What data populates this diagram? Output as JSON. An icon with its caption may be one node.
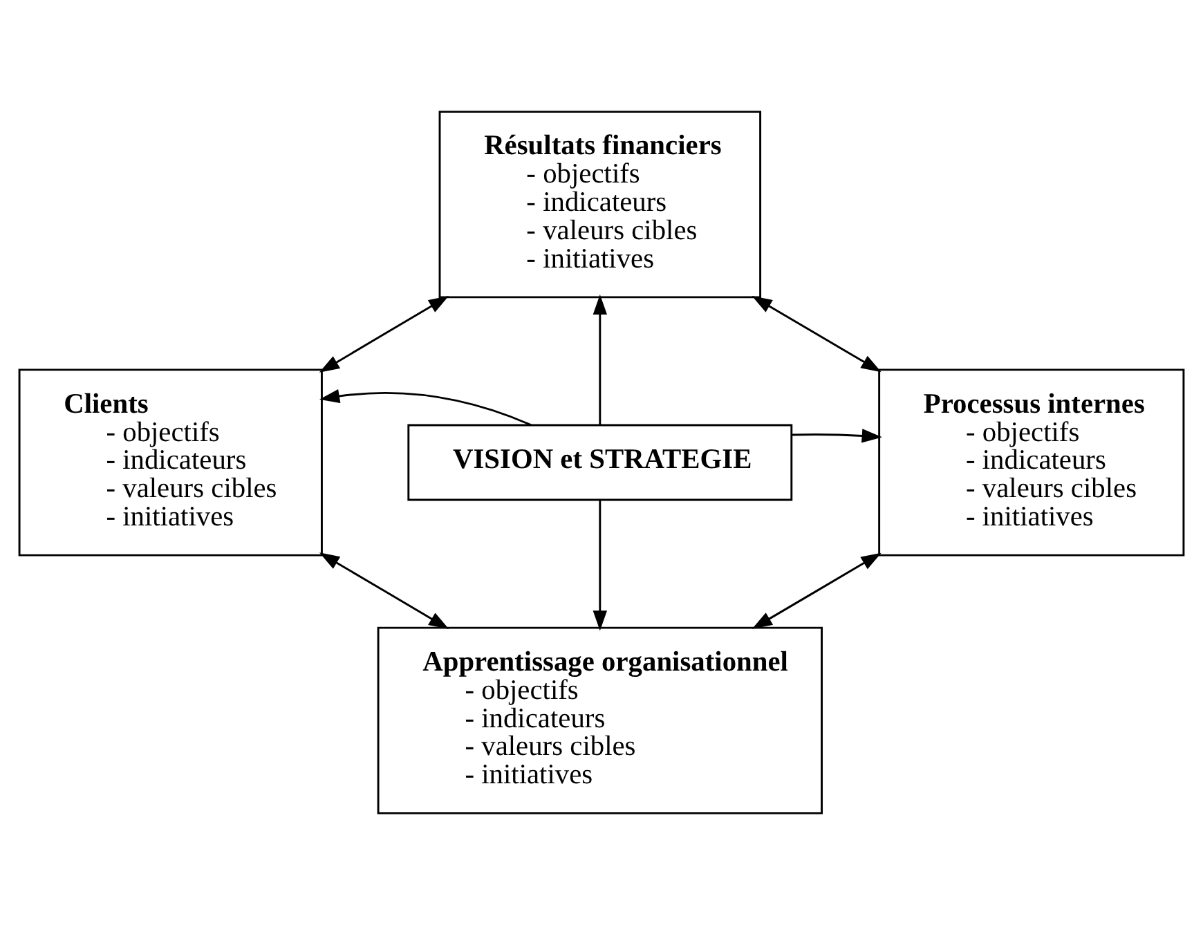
{
  "diagram": {
    "nodes": [
      {
        "text": [
          "Résultats financiers",
          "- objectifs",
          "- indicateurs",
          "- valeurs cibles",
          "- initiatives"
        ]
      },
      {
        "text": [
          "Clients",
          "- objectifs",
          "- indicateurs",
          "- valeurs cibles",
          "- initiatives"
        ]
      },
      {
        "text": [
          "VISION et STRATEGIE"
        ]
      },
      {
        "text": [
          "Processus internes",
          "- objectifs",
          "- indicateurs",
          "- valeurs cibles",
          "- initiatives"
        ]
      },
      {
        "text": [
          "Apprentissage organisationnel",
          "- objectifs",
          "- indicateurs",
          "- valeurs cibles",
          "- initiatives"
        ]
      }
    ],
    "edges": [
      {
        "from": 2,
        "to": 0,
        "arrow": "to"
      },
      {
        "from": 2,
        "to": 1,
        "arrow": "to"
      },
      {
        "from": 2,
        "to": 3,
        "arrow": "to"
      },
      {
        "from": 2,
        "to": 4,
        "arrow": "to"
      },
      {
        "from": 1,
        "to": 0,
        "arrow": "both"
      },
      {
        "from": 0,
        "to": 3,
        "arrow": "both"
      },
      {
        "from": 1,
        "to": 4,
        "arrow": "both"
      },
      {
        "from": 3,
        "to": 4,
        "arrow": "both"
      }
    ]
  }
}
